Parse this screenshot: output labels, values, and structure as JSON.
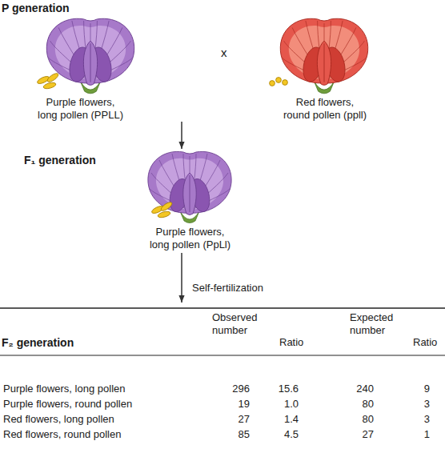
{
  "diagram": {
    "nodes": [
      {
        "text": [
          "Purple flowers, long pollen (PPLL)"
        ]
      },
      {
        "text": [
          "Red flowers, round pollen (ppll)"
        ]
      },
      {
        "text": [
          "Purple flowers, long pollen (PpLl)"
        ]
      },
      {
        "text": [
          "F₂ generation"
        ]
      }
    ],
    "edges": [
      {
        "from": 2,
        "to": 3,
        "arrow": "to",
        "label": "Self-fertilization"
      }
    ],
    "labels": [
      "P generation",
      "x",
      "F₁ generation",
      "Observed number",
      "Ratio",
      "Expected number",
      "Ratio",
      "Purple flowers, long pollen",
      "296",
      "15.6",
      "240",
      "9",
      "Purple flowers, round pollen",
      "19",
      "1.0",
      "80",
      "3",
      "Red flowers, long pollen",
      "27",
      "1.4",
      "80",
      "3",
      "Red flowers, round pollen",
      "85",
      "4.5",
      "27",
      "1"
    ]
  }
}
